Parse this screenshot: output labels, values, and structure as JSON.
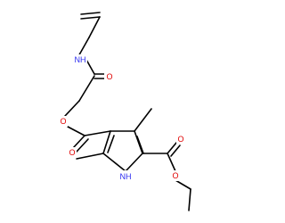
{
  "molecule": {
    "atoms": {
      "nh_amide": {
        "text": "NH",
        "color": "#2c2cf0"
      },
      "o_amide": {
        "text": "O",
        "color": "#e00000"
      },
      "o_ester1": {
        "text": "O",
        "color": "#e00000"
      },
      "o_carbonyl1": {
        "text": "O",
        "color": "#e00000"
      },
      "nh_ring": {
        "text": "NH",
        "color": "#2c2cf0"
      },
      "o_carbonyl2": {
        "text": "O",
        "color": "#e00000"
      },
      "o_ester2": {
        "text": "O",
        "color": "#e00000"
      }
    }
  }
}
